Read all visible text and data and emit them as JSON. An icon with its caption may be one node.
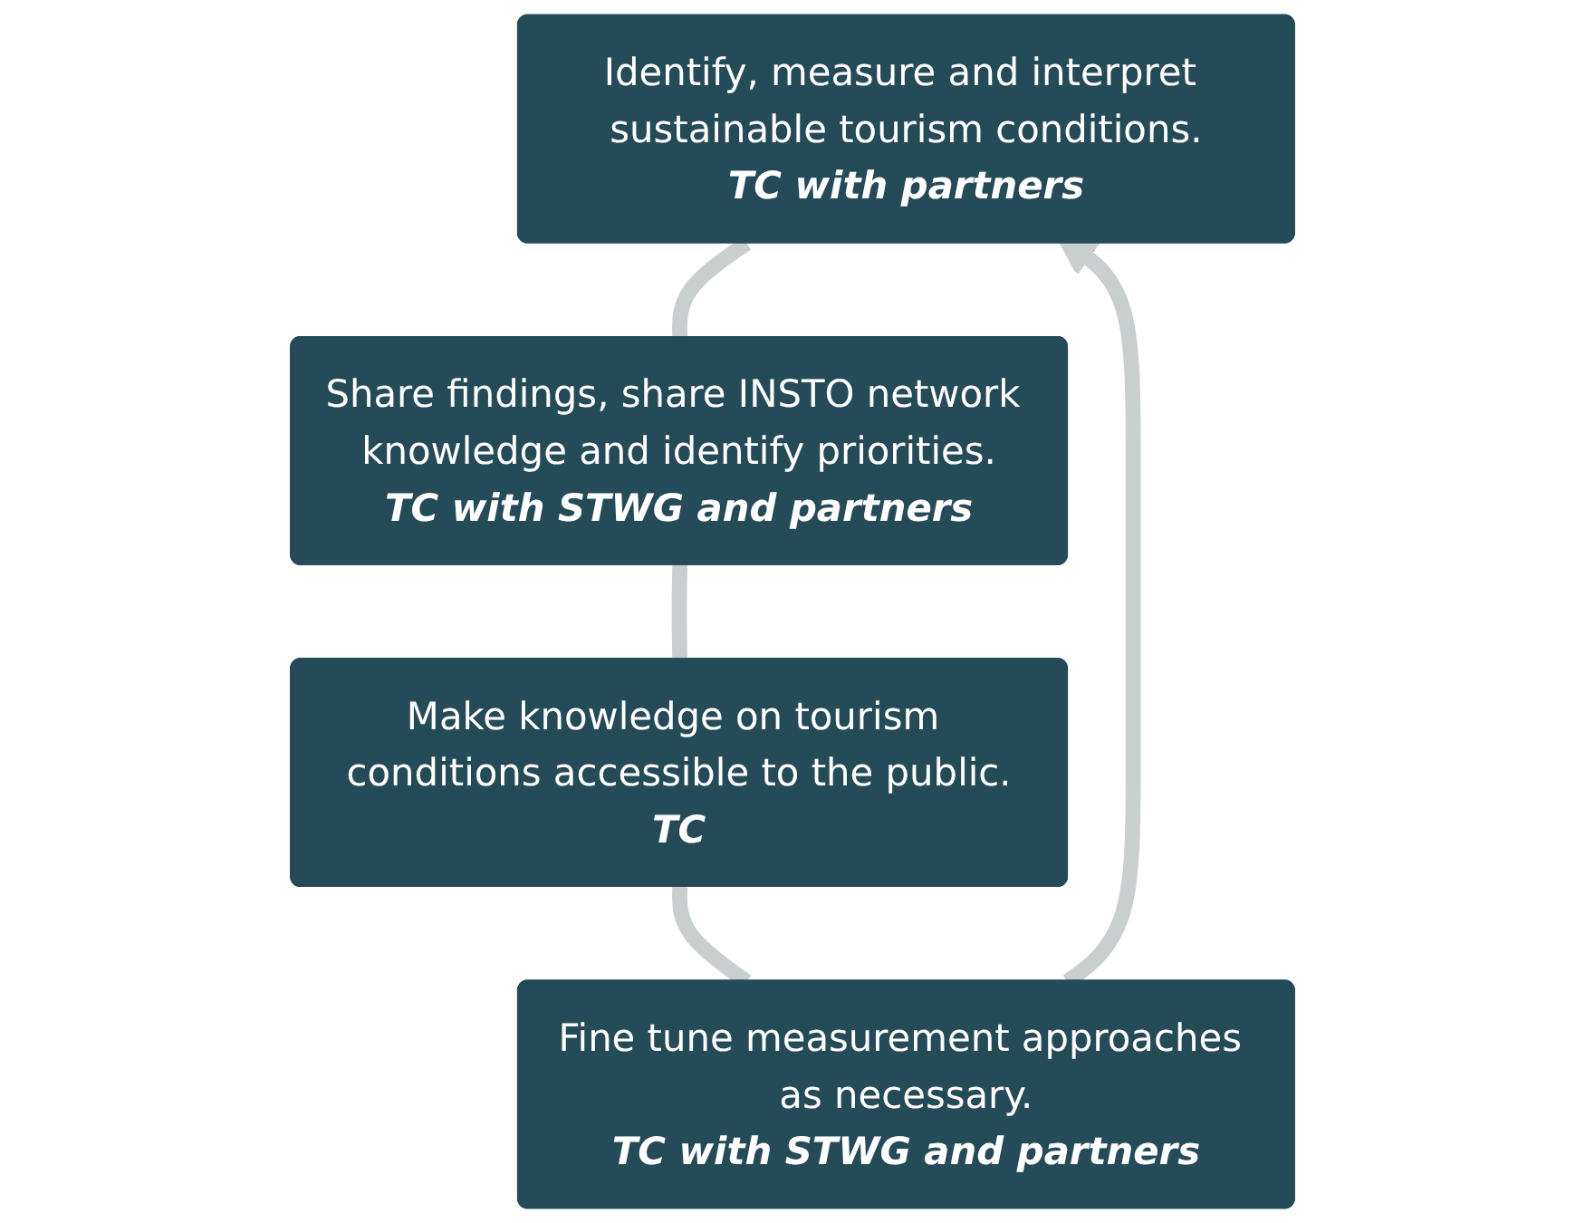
{
  "diagram": {
    "nodes": [
      {
        "text": [
          "Identify, measure and interpret sustainable tourism conditions.",
          "TC with partners"
        ]
      },
      {
        "text": [
          "Share findings, share INSTO network knowledge and identify priorities.",
          "TC with STWG and partners"
        ]
      },
      {
        "text": [
          "Make knowledge on tourism conditions accessible to the public.",
          "TC"
        ]
      },
      {
        "text": [
          "Fine tune measurement approaches as necessary.",
          "TC with STWG and partners"
        ]
      }
    ],
    "edges": [
      {
        "from": 0,
        "to": 1,
        "arrow": "none"
      },
      {
        "from": 1,
        "to": 2,
        "arrow": "none"
      },
      {
        "from": 2,
        "to": 3,
        "arrow": "none"
      },
      {
        "from": 3,
        "to": 0,
        "arrow": "to"
      }
    ]
  }
}
